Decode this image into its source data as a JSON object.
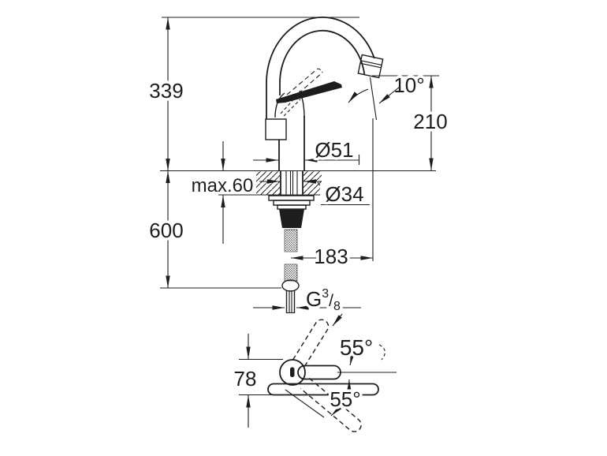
{
  "drawing": {
    "colors": {
      "ink": "#1d1d1d",
      "paper": "#ffffff"
    },
    "side_view": {
      "overall_height": "339",
      "outlet_height": "210",
      "spout_swivel_angle": "10°",
      "body_diameter": "Ø51",
      "max_counter_thickness": "max.60",
      "shank_diameter": "Ø34",
      "hose_length": "600",
      "spout_reach": "183",
      "thread": {
        "g": "G",
        "num": "3",
        "slash": "/",
        "den": "8"
      }
    },
    "top_view": {
      "base_depth": "78",
      "handle_swing_upper": "55°",
      "handle_swing_lower": "55°"
    }
  }
}
